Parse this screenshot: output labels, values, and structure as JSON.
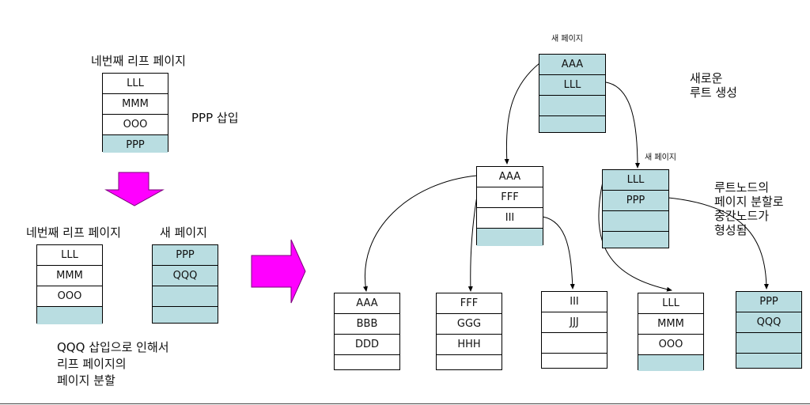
{
  "left": {
    "fourth_leaf_title": "네번째 리프 페이지",
    "fourth_leaf_rows": [
      "LLL",
      "MMM",
      "OOO",
      "PPP"
    ],
    "insert_note": "PPP 삽입",
    "after_leaf_title": "네번째 리프 페이지",
    "after_leaf_rows": [
      "LLL",
      "MMM",
      "OOO",
      ""
    ],
    "new_page_title": "새 페이지",
    "new_page_rows": [
      "PPP",
      "QQQ",
      "",
      ""
    ],
    "split_note_lines": [
      "QQQ 삽입으로 인해서",
      "리프 페이지의",
      "페이지 분할"
    ]
  },
  "right": {
    "root_label": "새 페이지",
    "root_rows": [
      "AAA",
      "LLL",
      "",
      ""
    ],
    "new_root_note_lines": [
      "새로운",
      "루트 생성"
    ],
    "inner_left_rows": [
      "AAA",
      "FFF",
      "III",
      ""
    ],
    "inner_right_label": "새 페이지",
    "inner_right_rows": [
      "LLL",
      "PPP",
      "",
      ""
    ],
    "split_root_note_lines": [
      "루트노드의",
      "페이지 분할로",
      "중간노드가",
      "형성됨"
    ],
    "leaves": [
      {
        "rows": [
          "AAA",
          "BBB",
          "DDD",
          ""
        ]
      },
      {
        "rows": [
          "FFF",
          "GGG",
          "HHH",
          ""
        ]
      },
      {
        "rows": [
          "III",
          "JJJ",
          "",
          ""
        ]
      },
      {
        "rows": [
          "LLL",
          "MMM",
          "OOO",
          ""
        ]
      },
      {
        "rows": [
          "PPP",
          "QQQ",
          "",
          ""
        ]
      }
    ]
  },
  "colors": {
    "teal": "#b9dde1",
    "magenta": "#ff00ff",
    "line": "#000000"
  }
}
